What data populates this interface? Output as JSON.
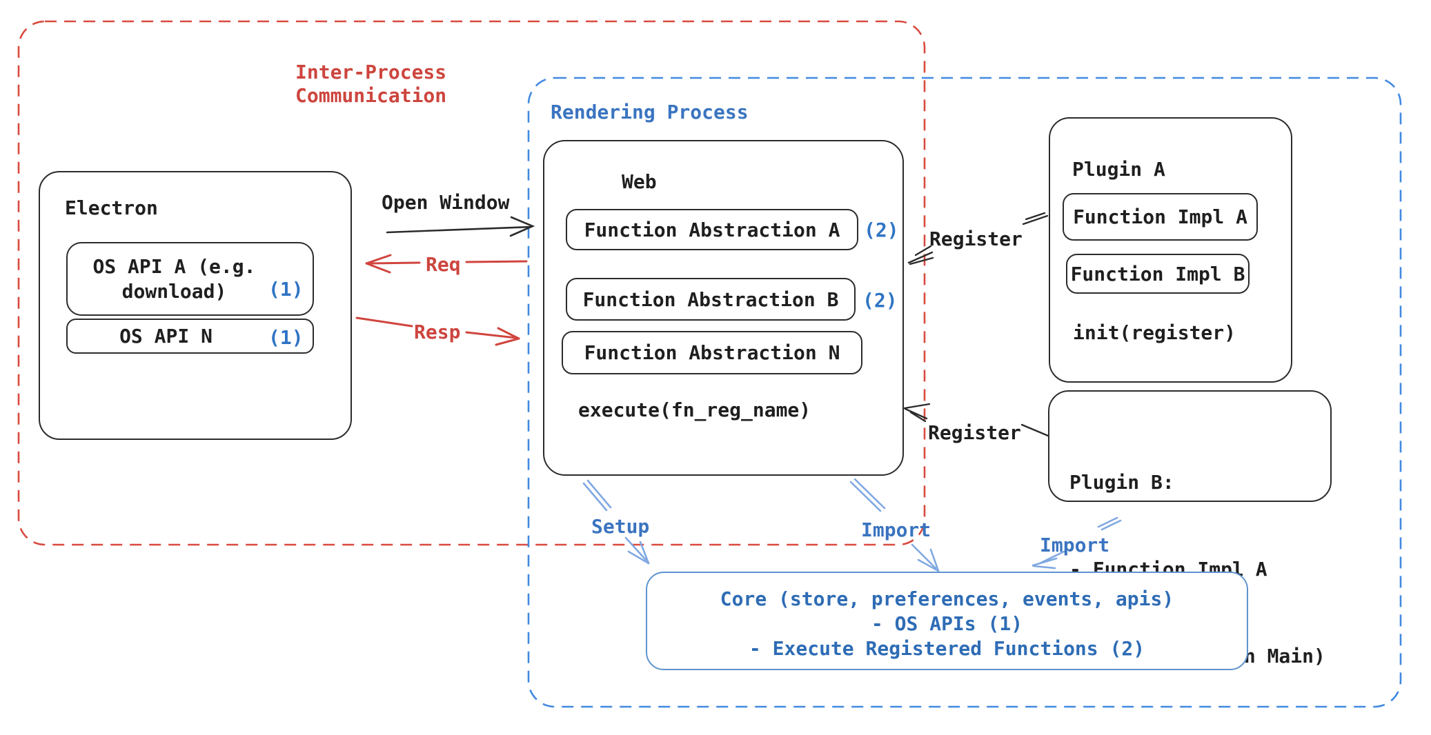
{
  "regions": {
    "ipc": {
      "label": "Inter-Process\nCommunication"
    },
    "rendering": {
      "label": "Rendering Process"
    }
  },
  "electron": {
    "title": "Electron",
    "os_api_a": {
      "label": "OS API A (e.g. download)",
      "badge": "(1)"
    },
    "os_api_n": {
      "label": "OS API N",
      "badge": "(1)"
    }
  },
  "web": {
    "title": "Web",
    "fa_a": {
      "label": "Function Abstraction A",
      "badge": "(2)"
    },
    "fa_b": {
      "label": "Function Abstraction B",
      "badge": "(2)"
    },
    "fa_n": {
      "label": "Function Abstraction N"
    },
    "execute_label": "execute(fn_reg_name)"
  },
  "plugin_a": {
    "title": "Plugin A",
    "impl_a": "Function Impl A",
    "impl_b": "Function Impl B",
    "init_label": "init(register)"
  },
  "plugin_b": {
    "lines": [
      "Plugin B:",
      "- Function Impl A",
      "- Module (run on Main)"
    ]
  },
  "core": {
    "lines": [
      "Core (store, preferences, events, apis)",
      "- OS APIs (1)",
      "- Execute Registered Functions (2)"
    ]
  },
  "arrows": {
    "open_window": "Open Window",
    "req": "Req",
    "resp": "Resp",
    "register_top": "Register",
    "register_bottom": "Register",
    "setup": "Setup",
    "import_web": "Import",
    "import_plugin_b": "Import"
  },
  "colors": {
    "black_stroke": "#2b2b2b",
    "red": "#cd453e",
    "red_dash": "#d9493f",
    "blue_text": "#3a74c0",
    "blue_dash": "#4189e0",
    "blue_arrow": "#7fa8e2",
    "core_stroke": "#5f93cf",
    "core_text": "#2e6cb5"
  }
}
